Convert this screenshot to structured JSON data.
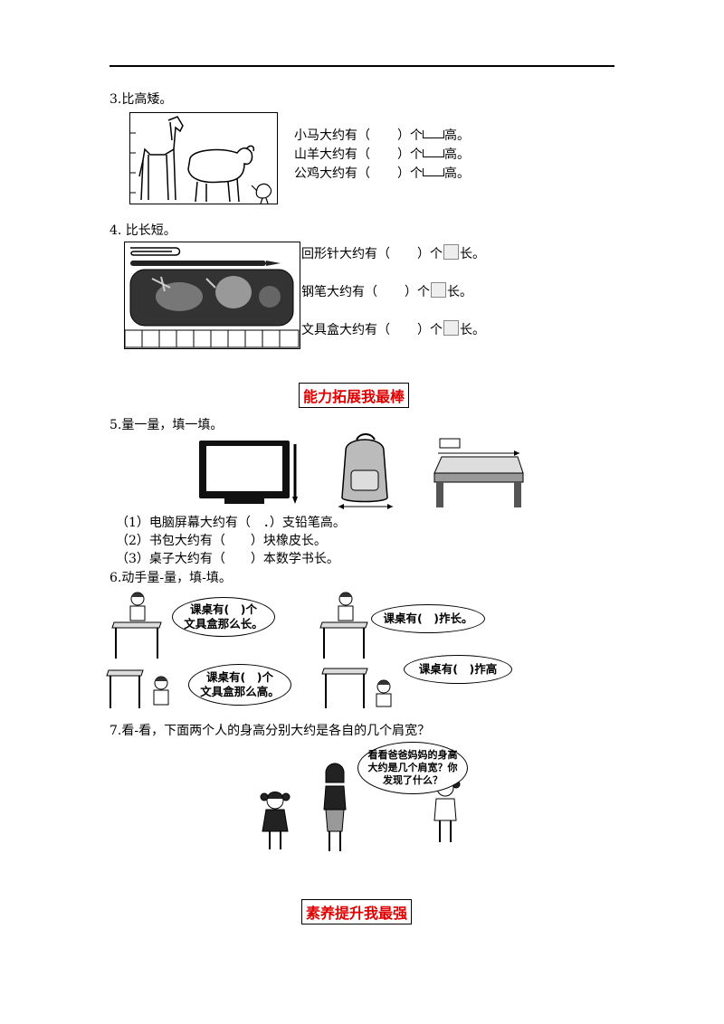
{
  "q3": {
    "title": "3.比高矮。",
    "lines": [
      {
        "pre": "小马大约有（",
        "mid": "）个",
        "post": "高。"
      },
      {
        "pre": "山羊大约有（",
        "mid": "）个",
        "post": "高。"
      },
      {
        "pre": "公鸡大约有（",
        "mid": "）个",
        "post": "高。"
      }
    ]
  },
  "q4": {
    "title": "4. 比长短。",
    "lines": [
      {
        "pre": "回形针大约有（",
        "mid": "）个",
        "post": "长。"
      },
      {
        "pre": "钢笔大约有（",
        "mid": "）个",
        "post": "长。"
      },
      {
        "pre": "文具盒大约有（",
        "mid": "）个",
        "post": "长。"
      }
    ]
  },
  "banner1": "能力拓展我最棒",
  "q5": {
    "title": "5.量一量，填一填。",
    "lines": [
      "（1）电脑屏幕大约有（　．）支铅笔高。",
      "（2）书包大约有（　　）块橡皮长。",
      "（3）桌子大约有（　　）本数学书长。"
    ]
  },
  "q6": {
    "title": "6.动手量-量，填-填。",
    "bubbles": [
      {
        "line1": "课桌有(　)个",
        "line2": "文具盒那么长。"
      },
      {
        "line1": "课桌有(　)拃长。",
        "line2": ""
      },
      {
        "line1": "课桌有(　)个",
        "line2": "文具盒那么高。"
      },
      {
        "line1": "课桌有(　)拃高",
        "line2": ""
      }
    ]
  },
  "q7": {
    "title": "7.看-看，下面两个人的身高分别大约是各自的几个肩宽？",
    "bubble": [
      "看看爸爸妈妈的身高",
      "大约是几个肩宽？你",
      "发现了什么？"
    ]
  },
  "banner2": "素养提升我最强"
}
